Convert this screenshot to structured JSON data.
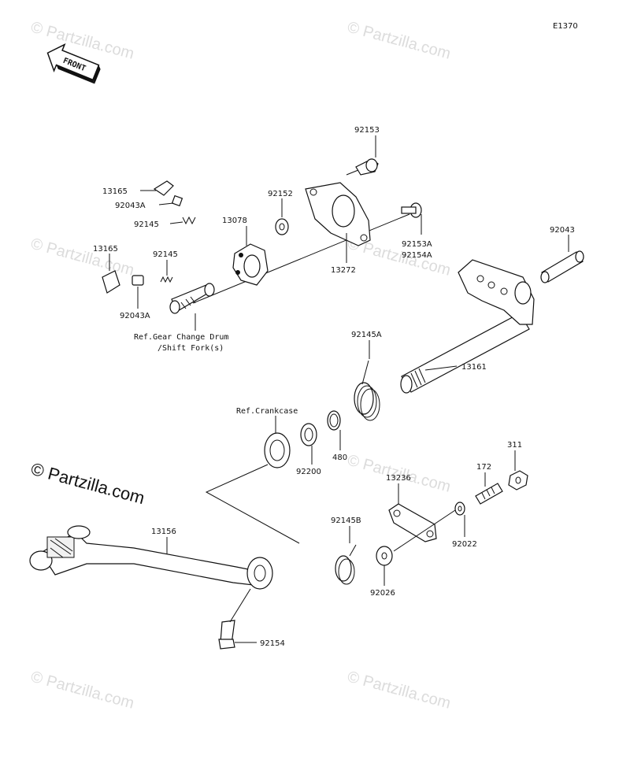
{
  "diagram": {
    "code": "E1370",
    "front_label": "FRONT",
    "brand_text": "© Partzilla.com",
    "watermark_text": "© Partzilla.com",
    "callouts": {
      "p92153": "92153",
      "p13165a": "13165",
      "p92043a_top": "92043A",
      "p92145_top": "92145",
      "p13078": "13078",
      "p92152": "92152",
      "p92153a": "92153A",
      "p92154a": "92154A",
      "p92043": "92043",
      "p13165b": "13165",
      "p92145_mid": "92145",
      "p92043a_bot": "92043A",
      "p13272": "13272",
      "p92145a": "92145A",
      "p13161": "13161",
      "p480": "480",
      "p92200": "92200",
      "p13236": "13236",
      "p172": "172",
      "p311": "311",
      "p92022": "92022",
      "p13156": "13156",
      "p92145b": "92145B",
      "p92026": "92026",
      "p92154": "92154"
    },
    "refs": {
      "gear_line1": "Ref.Gear Change Drum",
      "gear_line2": "/Shift Fork(s)",
      "crankcase": "Ref.Crankcase"
    }
  }
}
